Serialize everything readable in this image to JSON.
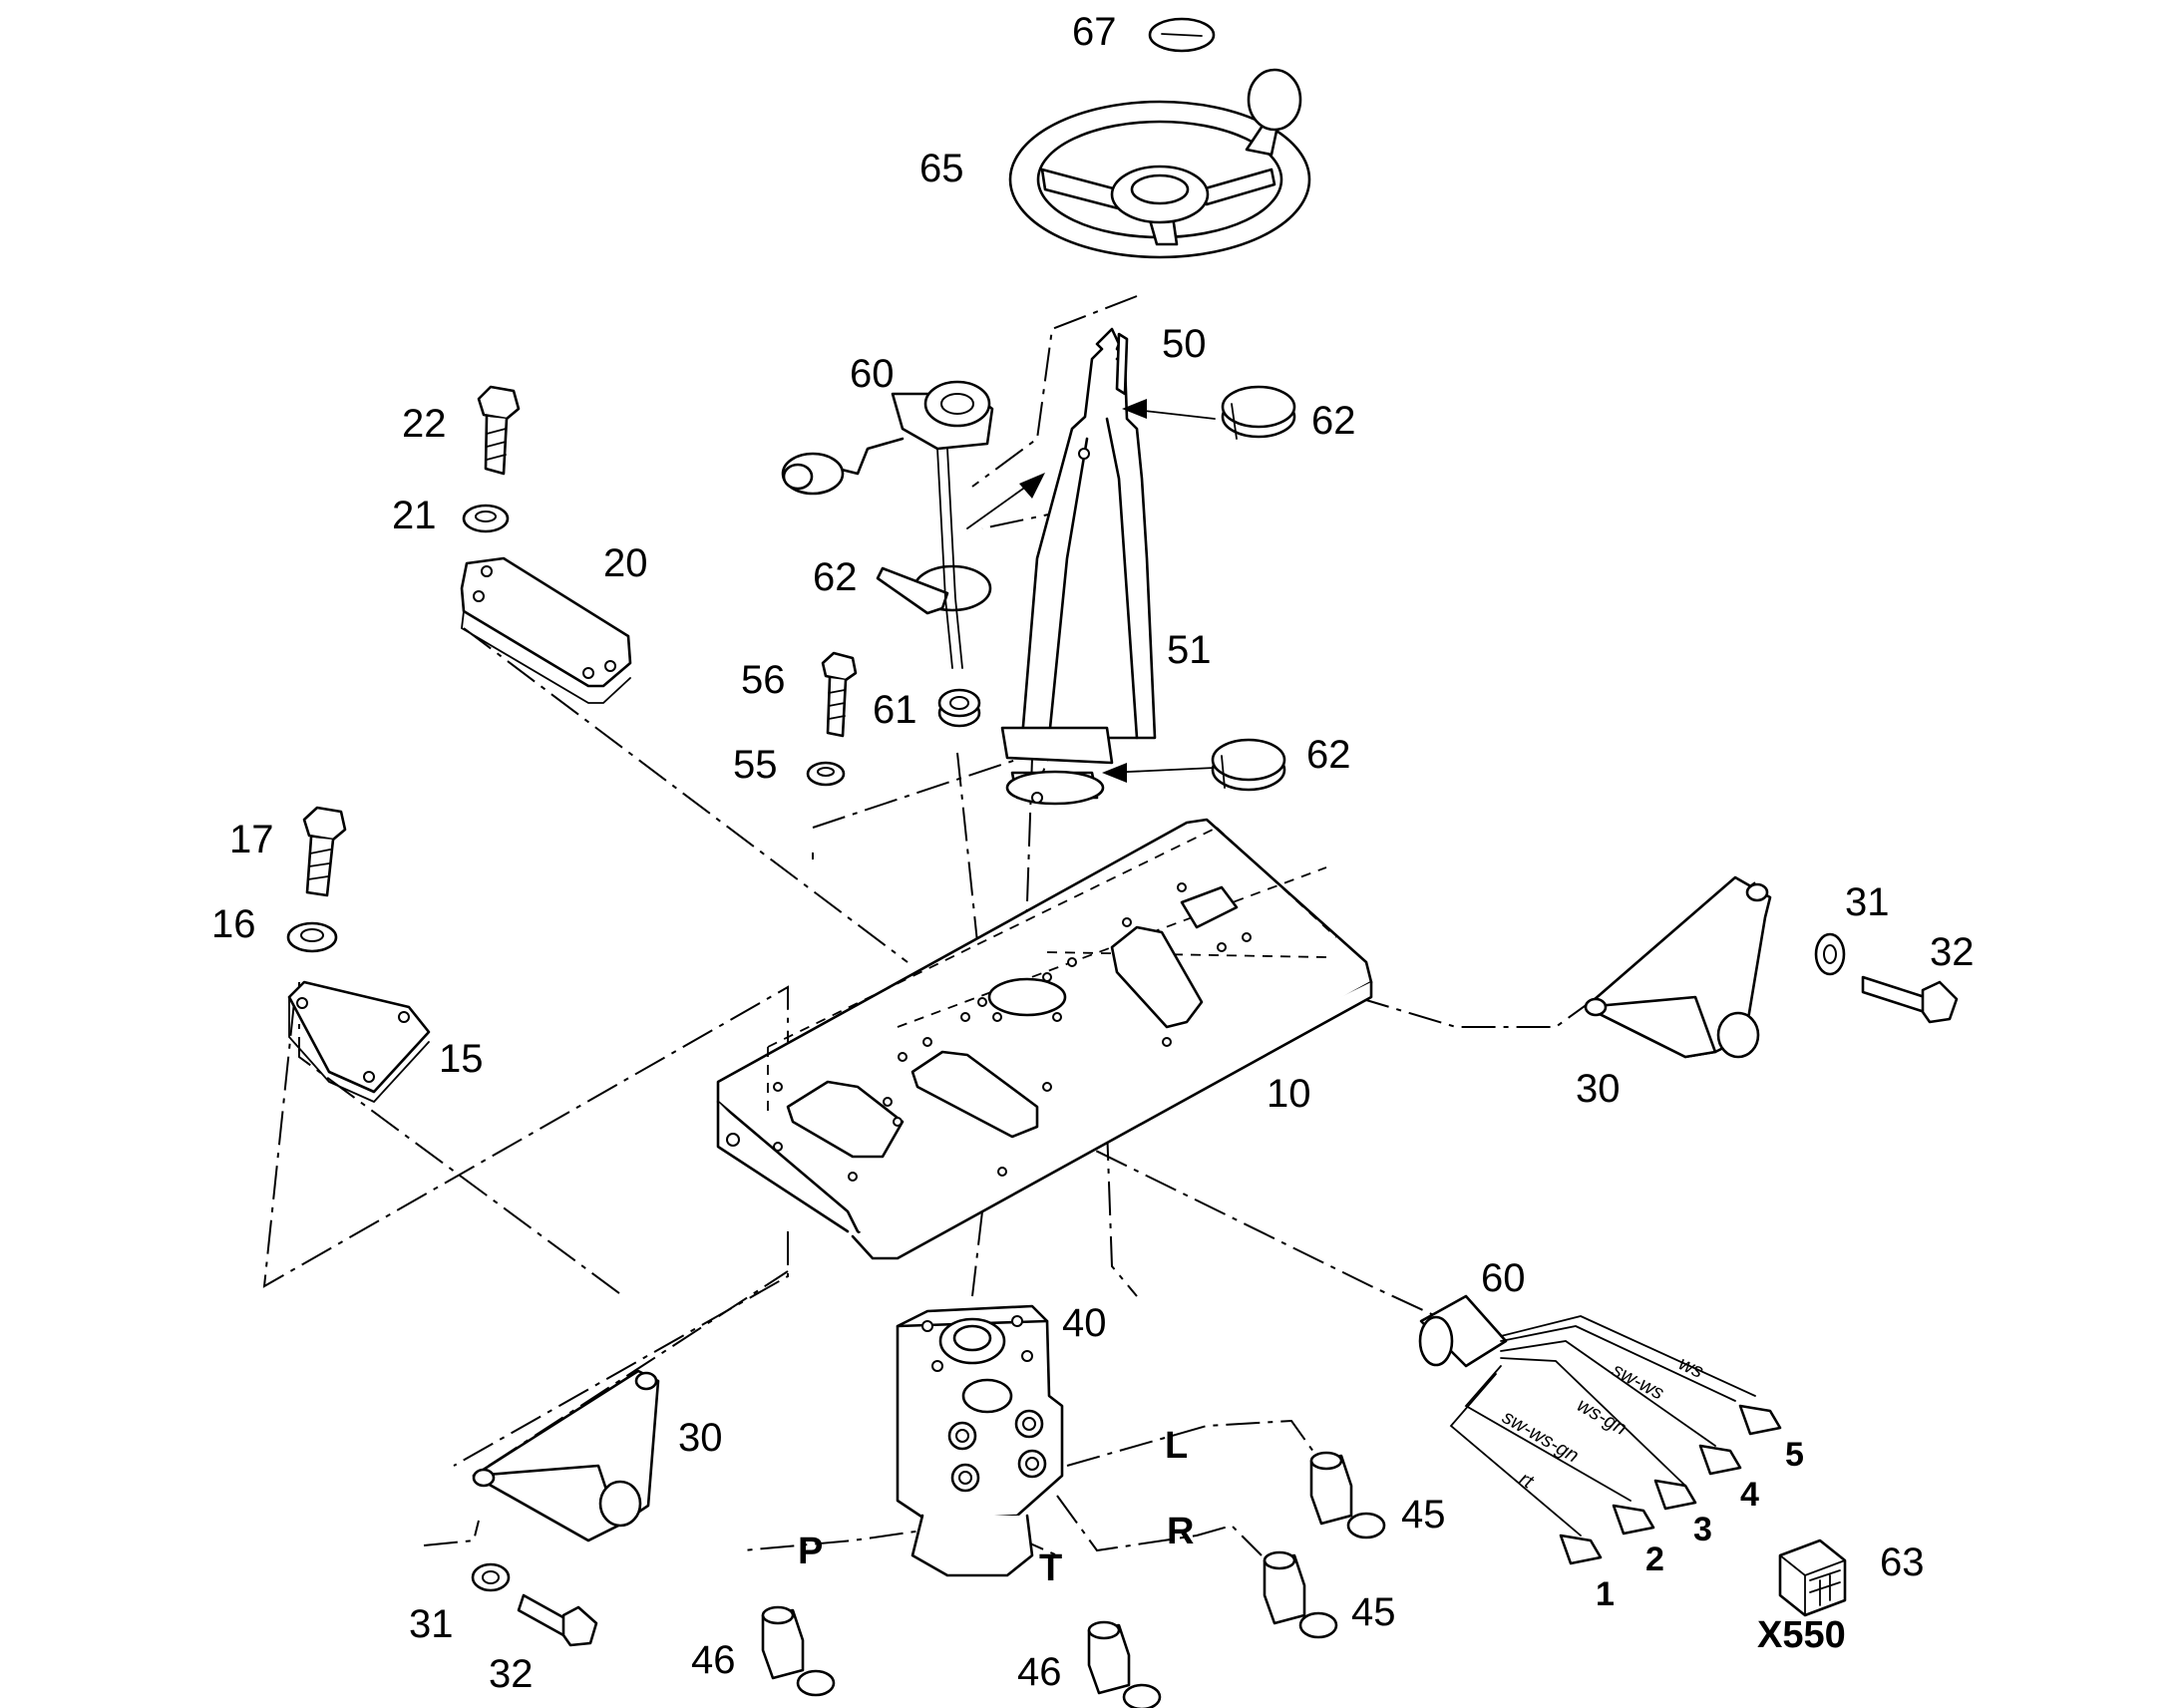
{
  "callouts": {
    "c67": "67",
    "c65": "65",
    "c50": "50",
    "c60_top": "60",
    "c62_a": "62",
    "c22": "22",
    "c21": "21",
    "c20": "20",
    "c62_b": "62",
    "c51": "51",
    "c56": "56",
    "c61": "61",
    "c55": "55",
    "c62_c": "62",
    "c17": "17",
    "c16": "16",
    "c15": "15",
    "c10": "10",
    "c31_r": "31",
    "c32_r": "32",
    "c30_r": "30",
    "c40": "40",
    "c60_harness": "60",
    "c30_l": "30",
    "c45_a": "45",
    "c45_b": "45",
    "c46_a": "46",
    "c46_b": "46",
    "c31_l": "31",
    "c32_l": "32",
    "c63": "63"
  },
  "ports": {
    "L": "L",
    "R": "R",
    "P": "P",
    "T": "T"
  },
  "harness": {
    "wires": [
      "ws",
      "sw-ws",
      "ws-gn",
      "sw-ws-gn",
      "rt"
    ],
    "pins": [
      "5",
      "4",
      "3",
      "2",
      "1"
    ]
  },
  "connector": {
    "code": "X550"
  }
}
